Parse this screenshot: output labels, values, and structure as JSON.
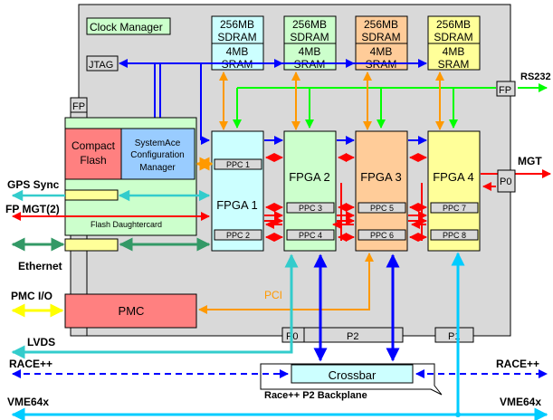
{
  "clock_manager": "Clock Manager",
  "memory": [
    {
      "sdram_a": "256MB",
      "sdram_b": "SDRAM",
      "sram_a": "4MB",
      "sram_b": "SRAM",
      "fill": "#ccffff"
    },
    {
      "sdram_a": "256MB",
      "sdram_b": "SDRAM",
      "sram_a": "4MB",
      "sram_b": "SRAM",
      "fill": "#ccffcc"
    },
    {
      "sdram_a": "256MB",
      "sdram_b": "SDRAM",
      "sram_a": "4MB",
      "sram_b": "SRAM",
      "fill": "#ffcc99"
    },
    {
      "sdram_a": "256MB",
      "sdram_b": "SDRAM",
      "sram_a": "4MB",
      "sram_b": "SRAM",
      "fill": "#ffff99"
    }
  ],
  "jtag": "JTAG",
  "fp_top": "FP",
  "fp_right": "FP",
  "rs232": "RS232",
  "mgt": "MGT",
  "p0_right": "P0",
  "compact_flash_a": "Compact",
  "compact_flash_b": "Flash",
  "systemace_a": "SystemAce",
  "systemace_b": "Configuration",
  "systemace_c": "Manager",
  "flash_daughtercard": "Flash Daughtercard",
  "gps_sync": "GPS Sync",
  "fp_mgt": "FP MGT(2)",
  "ethernet": "Ethernet",
  "pmc_io": "PMC I/O",
  "pmc": "PMC",
  "pci": "PCI",
  "lvds": "LVDS",
  "race_left": "RACE++",
  "race_right": "RACE++",
  "vme_left": "VME64x",
  "vme_right": "VME64x",
  "p0_bottom": "P0",
  "p2_bottom": "P2",
  "p1_bottom": "P1",
  "crossbar": "Crossbar",
  "backplane": "Race++ P2 Backplane",
  "fpgas": [
    {
      "name": "FPGA 1",
      "ppc_top": "PPC 1",
      "ppc_bottom": "PPC 2",
      "fill": "#ccffff"
    },
    {
      "name": "FPGA 2",
      "ppc_top": "PPC 3",
      "ppc_bottom": "PPC 4",
      "fill": "#ccffcc"
    },
    {
      "name": "FPGA 3",
      "ppc_top": "PPC 5",
      "ppc_bottom": "PPC 6",
      "fill": "#ffcc99"
    },
    {
      "name": "FPGA 4",
      "ppc_top": "PPC 7",
      "ppc_bottom": "PPC 8",
      "fill": "#ffff99"
    }
  ],
  "colors": {
    "board": "#d9d9d9",
    "blue": "#0000ff",
    "red": "#ff0000",
    "green": "#00ff00",
    "orange": "#ff9900",
    "cyan": "#33cccc",
    "teal": "#339966",
    "yellow": "#ffff00",
    "lightblue": "#00ccff",
    "pmc": "#ff8080",
    "compact": "#ff8080",
    "systemace": "#99ccff",
    "daughter": "#ccffcc"
  }
}
